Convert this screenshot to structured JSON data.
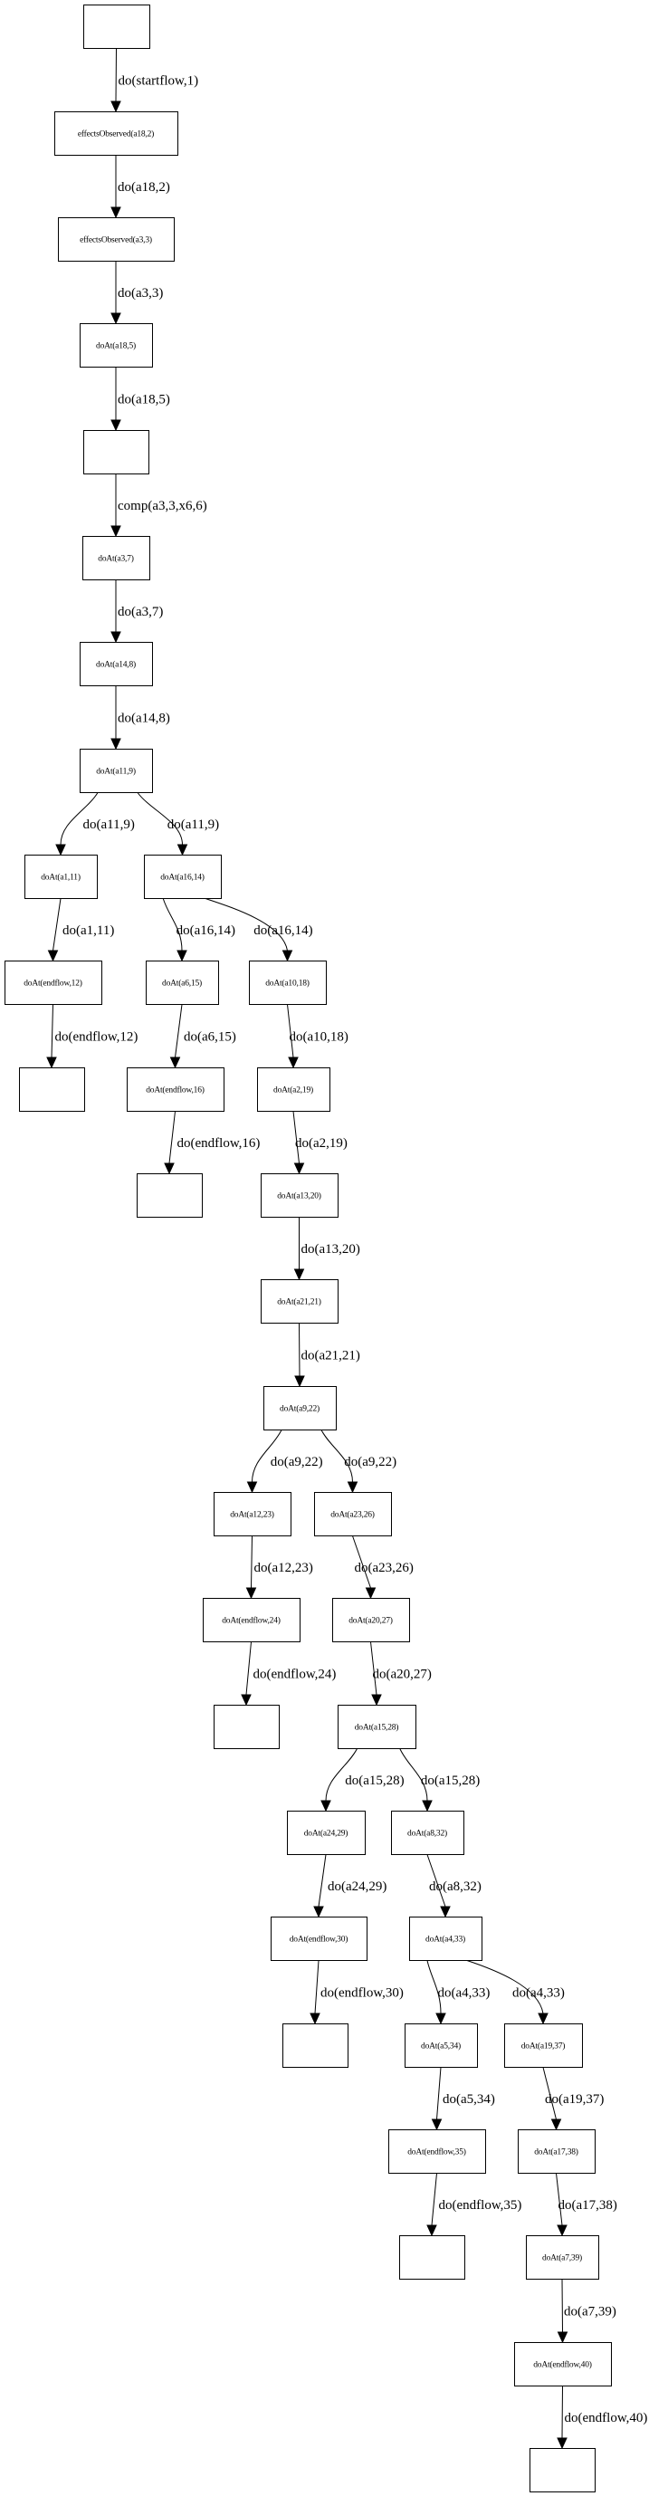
{
  "diagram": {
    "type": "state-transition-tree",
    "nodes": [
      {
        "id": "n0",
        "label": ""
      },
      {
        "id": "n1",
        "label": "effectsObserved(a18,2)"
      },
      {
        "id": "n2",
        "label": "effectsObserved(a3,3)"
      },
      {
        "id": "n3",
        "label": "doAt(a18,5)"
      },
      {
        "id": "n4",
        "label": ""
      },
      {
        "id": "n5",
        "label": "doAt(a3,7)"
      },
      {
        "id": "n6",
        "label": "doAt(a14,8)"
      },
      {
        "id": "n7",
        "label": "doAt(a11,9)"
      },
      {
        "id": "n8",
        "label": "doAt(a1,11)"
      },
      {
        "id": "n9",
        "label": "doAt(a16,14)"
      },
      {
        "id": "n10",
        "label": "doAt(endflow,12)"
      },
      {
        "id": "n11",
        "label": "doAt(a6,15)"
      },
      {
        "id": "n12",
        "label": "doAt(a10,18)"
      },
      {
        "id": "n13",
        "label": ""
      },
      {
        "id": "n14",
        "label": "doAt(endflow,16)"
      },
      {
        "id": "n15",
        "label": "doAt(a2,19)"
      },
      {
        "id": "n16",
        "label": ""
      },
      {
        "id": "n17",
        "label": "doAt(a13,20)"
      },
      {
        "id": "n18",
        "label": "doAt(a21,21)"
      },
      {
        "id": "n19",
        "label": "doAt(a9,22)"
      },
      {
        "id": "n20",
        "label": "doAt(a12,23)"
      },
      {
        "id": "n21",
        "label": "doAt(a23,26)"
      },
      {
        "id": "n22",
        "label": "doAt(endflow,24)"
      },
      {
        "id": "n23",
        "label": "doAt(a20,27)"
      },
      {
        "id": "n24",
        "label": ""
      },
      {
        "id": "n25",
        "label": "doAt(a15,28)"
      },
      {
        "id": "n26",
        "label": "doAt(a24,29)"
      },
      {
        "id": "n27",
        "label": "doAt(a8,32)"
      },
      {
        "id": "n28",
        "label": "doAt(endflow,30)"
      },
      {
        "id": "n29",
        "label": "doAt(a4,33)"
      },
      {
        "id": "n30",
        "label": ""
      },
      {
        "id": "n31",
        "label": "doAt(a5,34)"
      },
      {
        "id": "n32",
        "label": "doAt(a19,37)"
      },
      {
        "id": "n33",
        "label": "doAt(endflow,35)"
      },
      {
        "id": "n34",
        "label": "doAt(a17,38)"
      },
      {
        "id": "n35",
        "label": ""
      },
      {
        "id": "n36",
        "label": "doAt(a7,39)"
      },
      {
        "id": "n37",
        "label": "doAt(endflow,40)"
      },
      {
        "id": "n38",
        "label": ""
      }
    ],
    "edges": [
      {
        "from": "n0",
        "to": "n1",
        "label": "do(startflow,1)"
      },
      {
        "from": "n1",
        "to": "n2",
        "label": "do(a18,2)"
      },
      {
        "from": "n2",
        "to": "n3",
        "label": "do(a3,3)"
      },
      {
        "from": "n3",
        "to": "n4",
        "label": "do(a18,5)"
      },
      {
        "from": "n4",
        "to": "n5",
        "label": "comp(a3,3,x6,6)"
      },
      {
        "from": "n5",
        "to": "n6",
        "label": "do(a3,7)"
      },
      {
        "from": "n6",
        "to": "n7",
        "label": "do(a14,8)"
      },
      {
        "from": "n7",
        "to": "n8",
        "label": "do(a11,9)"
      },
      {
        "from": "n7",
        "to": "n9",
        "label": "do(a11,9)"
      },
      {
        "from": "n8",
        "to": "n10",
        "label": "do(a1,11)"
      },
      {
        "from": "n9",
        "to": "n11",
        "label": "do(a16,14)"
      },
      {
        "from": "n9",
        "to": "n12",
        "label": "do(a16,14)"
      },
      {
        "from": "n10",
        "to": "n13",
        "label": "do(endflow,12)"
      },
      {
        "from": "n11",
        "to": "n14",
        "label": "do(a6,15)"
      },
      {
        "from": "n12",
        "to": "n15",
        "label": "do(a10,18)"
      },
      {
        "from": "n14",
        "to": "n16",
        "label": "do(endflow,16)"
      },
      {
        "from": "n15",
        "to": "n17",
        "label": "do(a2,19)"
      },
      {
        "from": "n17",
        "to": "n18",
        "label": "do(a13,20)"
      },
      {
        "from": "n18",
        "to": "n19",
        "label": "do(a21,21)"
      },
      {
        "from": "n19",
        "to": "n20",
        "label": "do(a9,22)"
      },
      {
        "from": "n19",
        "to": "n21",
        "label": "do(a9,22)"
      },
      {
        "from": "n20",
        "to": "n22",
        "label": "do(a12,23)"
      },
      {
        "from": "n21",
        "to": "n23",
        "label": "do(a23,26)"
      },
      {
        "from": "n22",
        "to": "n24",
        "label": "do(endflow,24)"
      },
      {
        "from": "n23",
        "to": "n25",
        "label": "do(a20,27)"
      },
      {
        "from": "n25",
        "to": "n26",
        "label": "do(a15,28)"
      },
      {
        "from": "n25",
        "to": "n27",
        "label": "do(a15,28)"
      },
      {
        "from": "n26",
        "to": "n28",
        "label": "do(a24,29)"
      },
      {
        "from": "n27",
        "to": "n29",
        "label": "do(a8,32)"
      },
      {
        "from": "n28",
        "to": "n30",
        "label": "do(endflow,30)"
      },
      {
        "from": "n29",
        "to": "n31",
        "label": "do(a4,33)"
      },
      {
        "from": "n29",
        "to": "n32",
        "label": "do(a4,33)"
      },
      {
        "from": "n31",
        "to": "n33",
        "label": "do(a5,34)"
      },
      {
        "from": "n32",
        "to": "n34",
        "label": "do(a19,37)"
      },
      {
        "from": "n33",
        "to": "n35",
        "label": "do(endflow,35)"
      },
      {
        "from": "n34",
        "to": "n36",
        "label": "do(a17,38)"
      },
      {
        "from": "n36",
        "to": "n37",
        "label": "do(a7,39)"
      },
      {
        "from": "n37",
        "to": "n38",
        "label": "do(endflow,40)"
      }
    ]
  }
}
